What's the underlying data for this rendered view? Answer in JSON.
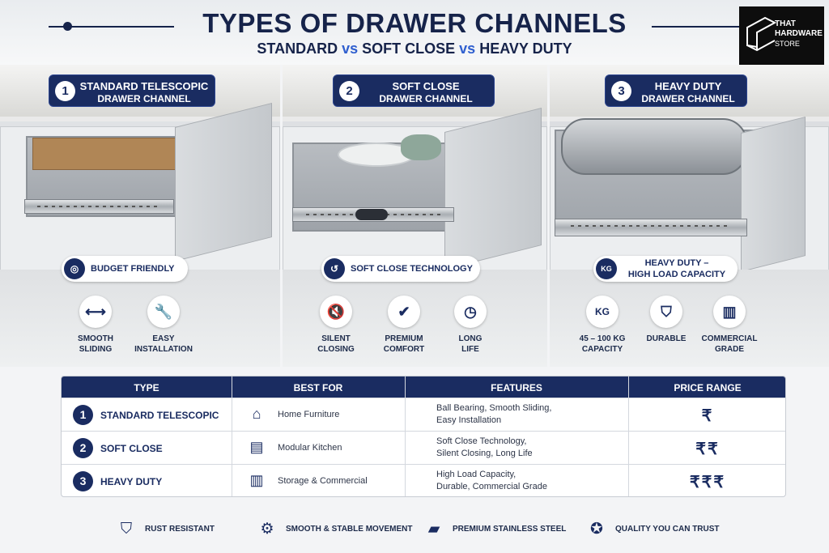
{
  "header": {
    "title": "TYPES OF DRAWER CHANNELS",
    "subtitle_a": "STANDARD",
    "vs1": "vs",
    "subtitle_b": "SOFT CLOSE",
    "vs2": "vs",
    "subtitle_c": "HEAVY DUTY",
    "logo_line1": "THAT",
    "logo_line2": "HARDWARE",
    "logo_line3": "STORE"
  },
  "panels": [
    {
      "num": "1",
      "title_line1": "STANDARD TELESCOPIC",
      "title_line2": "DRAWER CHANNEL",
      "pill_line1": "BUDGET FRIENDLY",
      "pill_icon": "coins-icon",
      "features": [
        {
          "icon": "arrows-horizontal-icon",
          "line1": "SMOOTH",
          "line2": "SLIDING"
        },
        {
          "icon": "wrench-icon",
          "line1": "EASY",
          "line2": "INSTALLATION"
        }
      ]
    },
    {
      "num": "2",
      "title_line1": "SOFT CLOSE",
      "title_line2": "DRAWER CHANNEL",
      "pill_line1": "SOFT CLOSE TECHNOLOGY",
      "pill_icon": "soft-close-icon",
      "features": [
        {
          "icon": "mute-icon",
          "line1": "SILENT",
          "line2": "CLOSING"
        },
        {
          "icon": "comfort-icon",
          "line1": "PREMIUM",
          "line2": "COMFORT"
        },
        {
          "icon": "clock-icon",
          "line1": "LONG",
          "line2": "LIFE"
        }
      ]
    },
    {
      "num": "3",
      "title_line1": "HEAVY DUTY",
      "title_line2": "DRAWER CHANNEL",
      "pill_line1": "HEAVY DUTY –",
      "pill_line2": "HIGH LOAD CAPACITY",
      "pill_icon": "weight-kg-icon",
      "features": [
        {
          "icon": "weight-kg-icon",
          "line1": "45 – 100 KG",
          "line2": "CAPACITY"
        },
        {
          "icon": "shield-check-icon",
          "line1": "DURABLE",
          "line2": ""
        },
        {
          "icon": "building-icon",
          "line1": "COMMERCIAL",
          "line2": "GRADE"
        }
      ]
    }
  ],
  "table": {
    "headers": [
      "TYPE",
      "BEST FOR",
      "FEATURES",
      "PRICE RANGE"
    ],
    "rows": [
      {
        "num": "1",
        "type": "STANDARD TELESCOPIC",
        "best_icon": "home-icon",
        "best_for": "Home Furniture",
        "feat1": "Ball Bearing, Smooth Sliding,",
        "feat2": "Easy Installation",
        "price": "₹"
      },
      {
        "num": "2",
        "type": "SOFT CLOSE",
        "best_icon": "kitchen-icon",
        "best_for": "Modular Kitchen",
        "feat1": "Soft Close Technology,",
        "feat2": "Silent Closing, Long Life",
        "price": "₹₹"
      },
      {
        "num": "3",
        "type": "HEAVY DUTY",
        "best_icon": "building-icon",
        "best_for": "Storage & Commercial",
        "feat1": "High Load Capacity,",
        "feat2": "Durable, Commercial Grade",
        "price": "₹₹₹"
      }
    ]
  },
  "footer": [
    {
      "icon": "shield-check-icon",
      "label": "RUST RESISTANT"
    },
    {
      "icon": "bearing-icon",
      "label": "SMOOTH & STABLE MOVEMENT"
    },
    {
      "icon": "steel-bars-icon",
      "label": "PREMIUM STAINLESS STEEL"
    },
    {
      "icon": "award-ribbon-icon",
      "label": "QUALITY YOU CAN TRUST"
    }
  ],
  "colors": {
    "navy": "#1a2c61",
    "accent_blue": "#2f5fcf",
    "background": "#f3f4f6"
  }
}
